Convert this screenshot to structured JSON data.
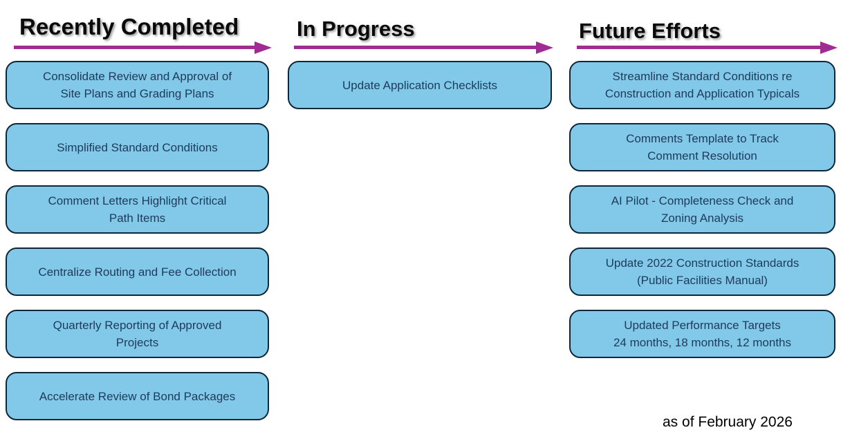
{
  "slide": {
    "columns": [
      {
        "title": "Recently Completed",
        "items": [
          "Consolidate Review and Approval of\nSite Plans and Grading Plans",
          "Simplified Standard Conditions",
          "Comment Letters Highlight Critical\nPath Items",
          "Centralize Routing and Fee Collection",
          "Quarterly Reporting of Approved\nProjects",
          "Accelerate Review of Bond Packages"
        ]
      },
      {
        "title": "In Progress",
        "items": [
          "Update Application Checklists"
        ]
      },
      {
        "title": "Future Efforts",
        "items": [
          "Streamline Standard Conditions re\nConstruction and Application Typicals",
          "Comments Template to Track\nComment Resolution",
          "AI Pilot - Completeness Check and\nZoning Analysis",
          "Update 2022 Construction Standards\n(Public Facilities Manual)",
          "Updated Performance Targets\n24 months, 18 months, 12 months"
        ]
      }
    ],
    "footer": "as of February 2026",
    "colors": {
      "box_fill": "#82c9e9",
      "box_border": "#0e2738",
      "box_text": "#1d3a5a",
      "arrow": "#a02b93",
      "header_text": "#0a0a0a"
    }
  }
}
